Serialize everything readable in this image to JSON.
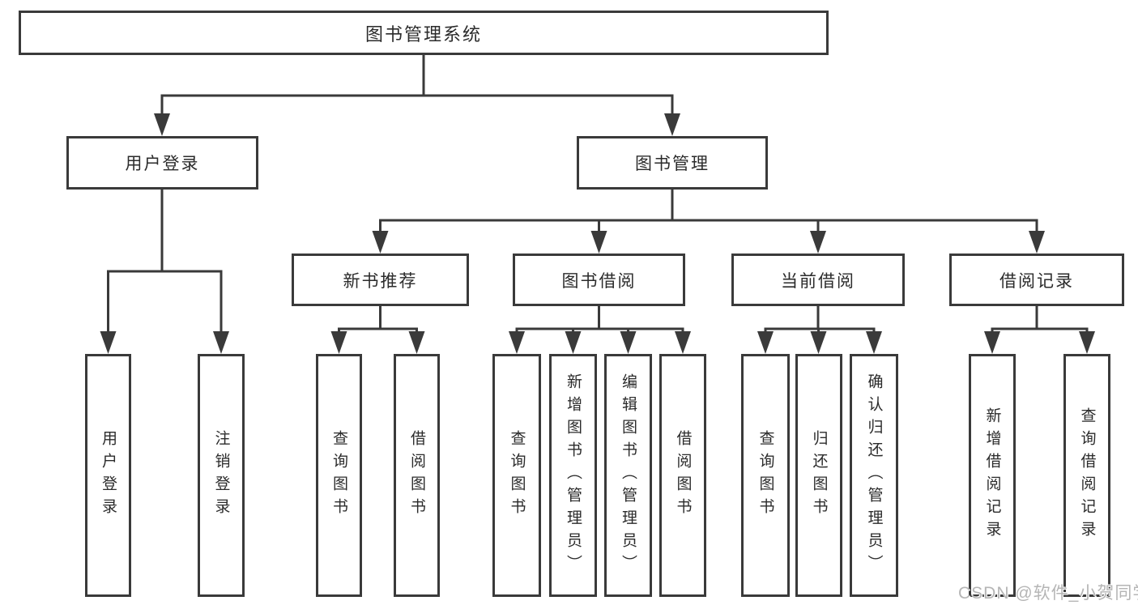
{
  "tree": {
    "root": {
      "label": "图书管理系统"
    },
    "branches": {
      "user_login": {
        "label": "用户登录",
        "leaves": {
          "login": "用户登录",
          "logout": "注销登录"
        }
      },
      "book_mgmt": {
        "label": "图书管理",
        "sections": {
          "new_books": {
            "label": "新书推荐",
            "leaves": {
              "search": "查询图书",
              "borrow": "借阅图书"
            }
          },
          "book_borrow": {
            "label": "图书借阅",
            "leaves": {
              "search": "查询图书",
              "add": "新增图书（管理员）",
              "edit": "编辑图书（管理员）",
              "borrow": "借阅图书"
            }
          },
          "current_borrow": {
            "label": "当前借阅",
            "leaves": {
              "search": "查询图书",
              "return": "归还图书",
              "confirm": "确认归还（管理员）"
            }
          },
          "borrow_records": {
            "label": "借阅记录",
            "leaves": {
              "add": "新增借阅记录",
              "search": "查询借阅记录"
            }
          }
        }
      }
    }
  },
  "watermark": "CSDN @软件_小贺同学",
  "colors": {
    "line": "#3a3a3a",
    "text": "#2b2b2b",
    "watermark": "#b5b5b5",
    "background": "#ffffff"
  }
}
